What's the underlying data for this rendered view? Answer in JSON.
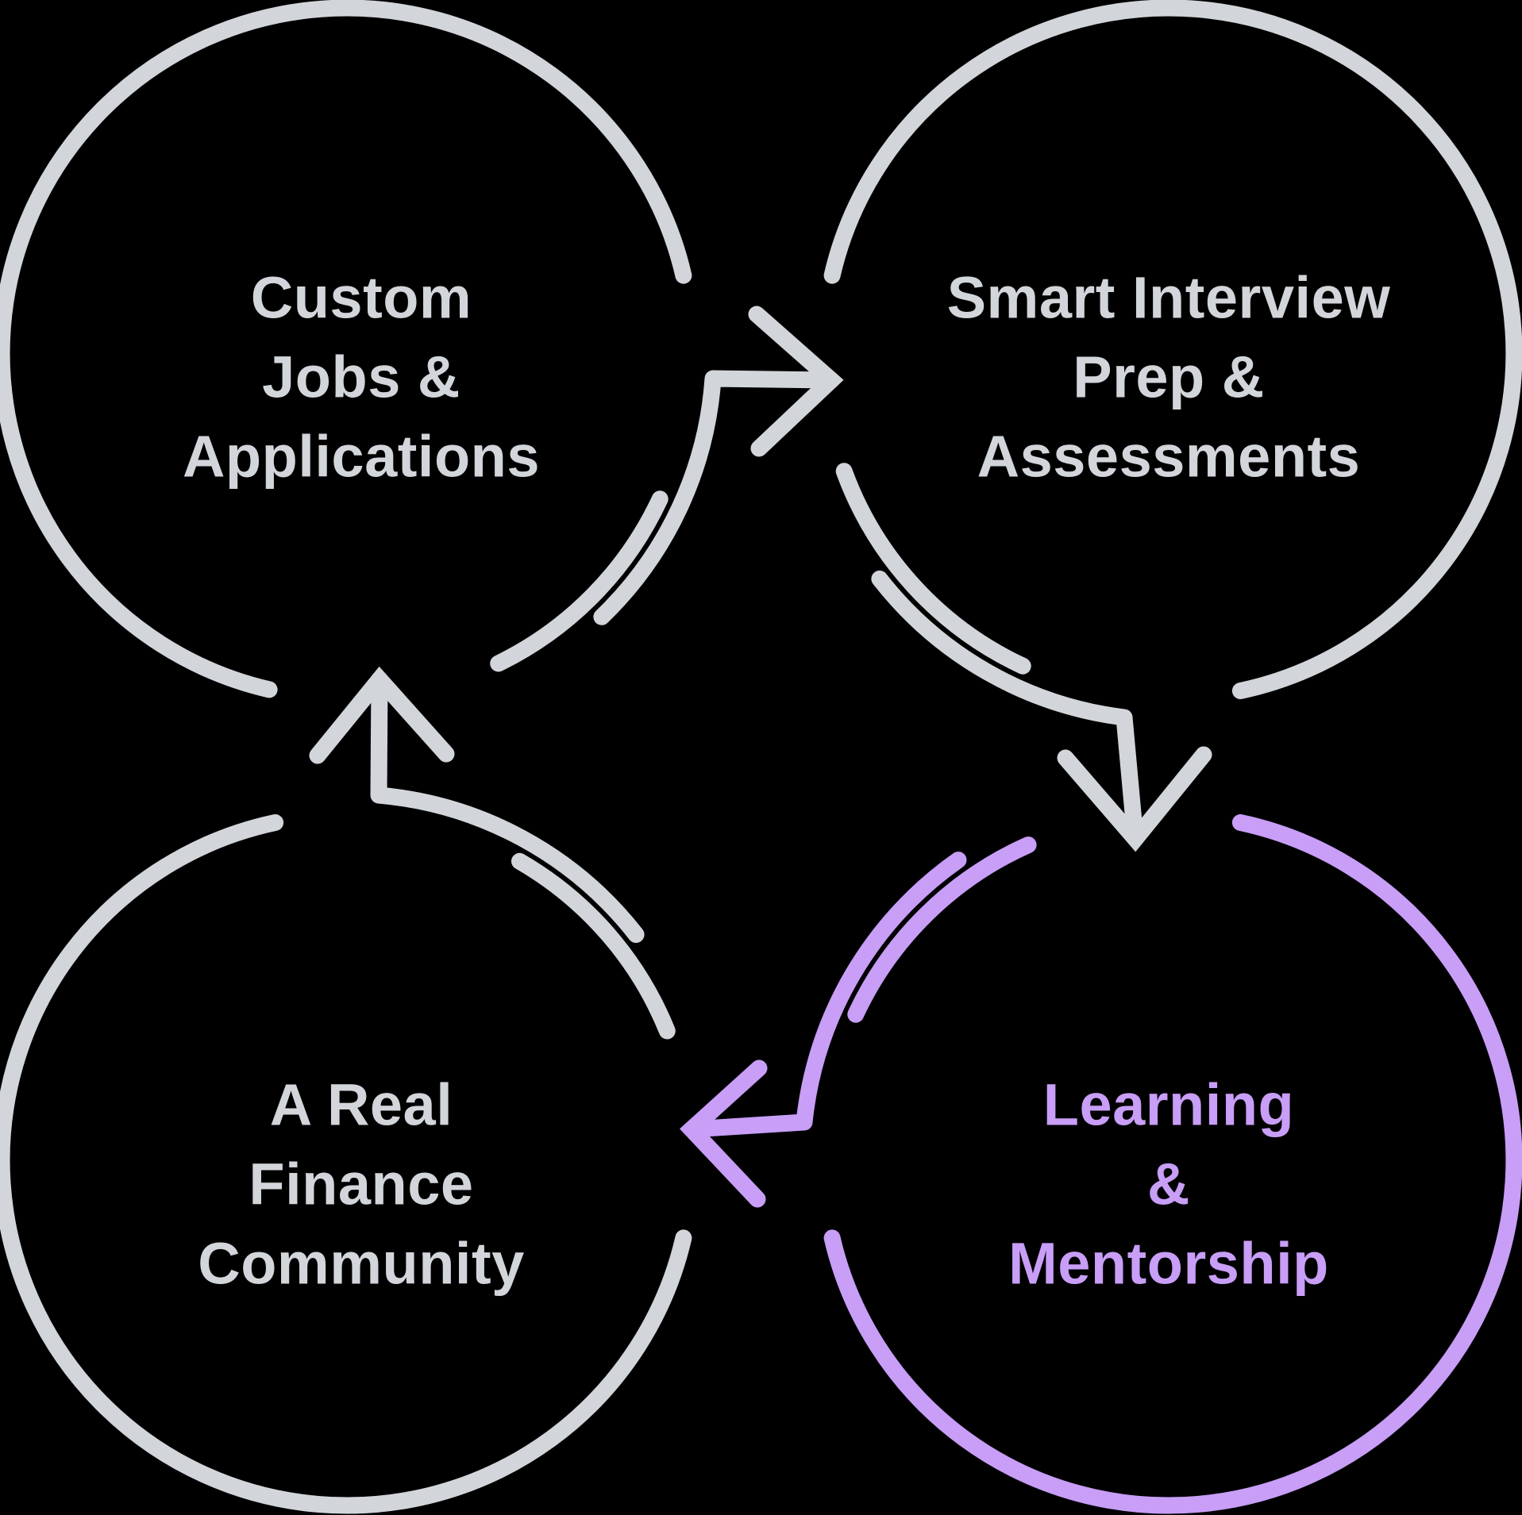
{
  "diagram": {
    "background_color": "#000000",
    "gray_color": "#D2D5DA",
    "purple_color": "#C89EF7",
    "flow": "clockwise",
    "nodes": [
      {
        "id": "custom-jobs-applications",
        "lines": [
          "Custom",
          "Jobs &",
          "Applications"
        ],
        "position": "top-left",
        "color": "#D2D5DA",
        "highlighted": false
      },
      {
        "id": "smart-interview-prep-assessments",
        "lines": [
          "Smart Interview",
          "Prep &",
          "Assessments"
        ],
        "position": "top-right",
        "color": "#D2D5DA",
        "highlighted": false
      },
      {
        "id": "learning-mentorship",
        "lines": [
          "Learning",
          "&",
          "Mentorship"
        ],
        "position": "bottom-right",
        "color": "#C89EF7",
        "highlighted": true
      },
      {
        "id": "real-finance-community",
        "lines": [
          "A Real",
          "Finance",
          "Community"
        ],
        "position": "bottom-left",
        "color": "#D2D5DA",
        "highlighted": false
      }
    ],
    "arrows": [
      {
        "from": "custom-jobs-applications",
        "to": "smart-interview-prep-assessments",
        "direction": "right",
        "color": "#D2D5DA"
      },
      {
        "from": "smart-interview-prep-assessments",
        "to": "learning-mentorship",
        "direction": "down",
        "color": "#D2D5DA"
      },
      {
        "from": "learning-mentorship",
        "to": "real-finance-community",
        "direction": "left",
        "color": "#C89EF7"
      },
      {
        "from": "real-finance-community",
        "to": "custom-jobs-applications",
        "direction": "up",
        "color": "#D2D5DA"
      }
    ]
  }
}
